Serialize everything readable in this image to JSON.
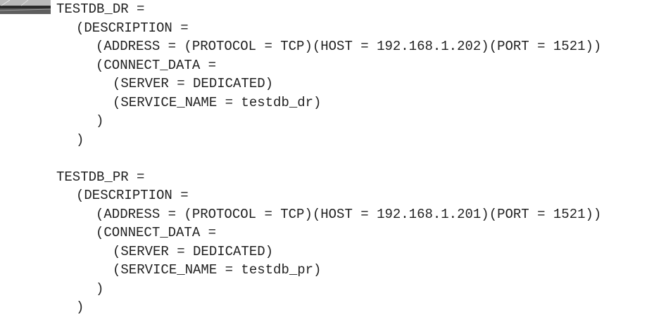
{
  "entries": [
    {
      "alias": "TESTDB_DR =",
      "description_open": "(DESCRIPTION =",
      "address": "(ADDRESS = (PROTOCOL = TCP)(HOST = 192.168.1.202)(PORT = 1521))",
      "connect_data_open": "(CONNECT_DATA =",
      "server": "(SERVER = DEDICATED)",
      "service_name": "(SERVICE_NAME = testdb_dr)",
      "connect_data_close": ")",
      "description_close": ")"
    },
    {
      "alias": "TESTDB_PR =",
      "description_open": "(DESCRIPTION =",
      "address": "(ADDRESS = (PROTOCOL = TCP)(HOST = 192.168.1.201)(PORT = 1521))",
      "connect_data_open": "(CONNECT_DATA =",
      "server": "(SERVER = DEDICATED)",
      "service_name": "(SERVICE_NAME = testdb_pr)",
      "connect_data_close": ")",
      "description_close": ")"
    }
  ]
}
